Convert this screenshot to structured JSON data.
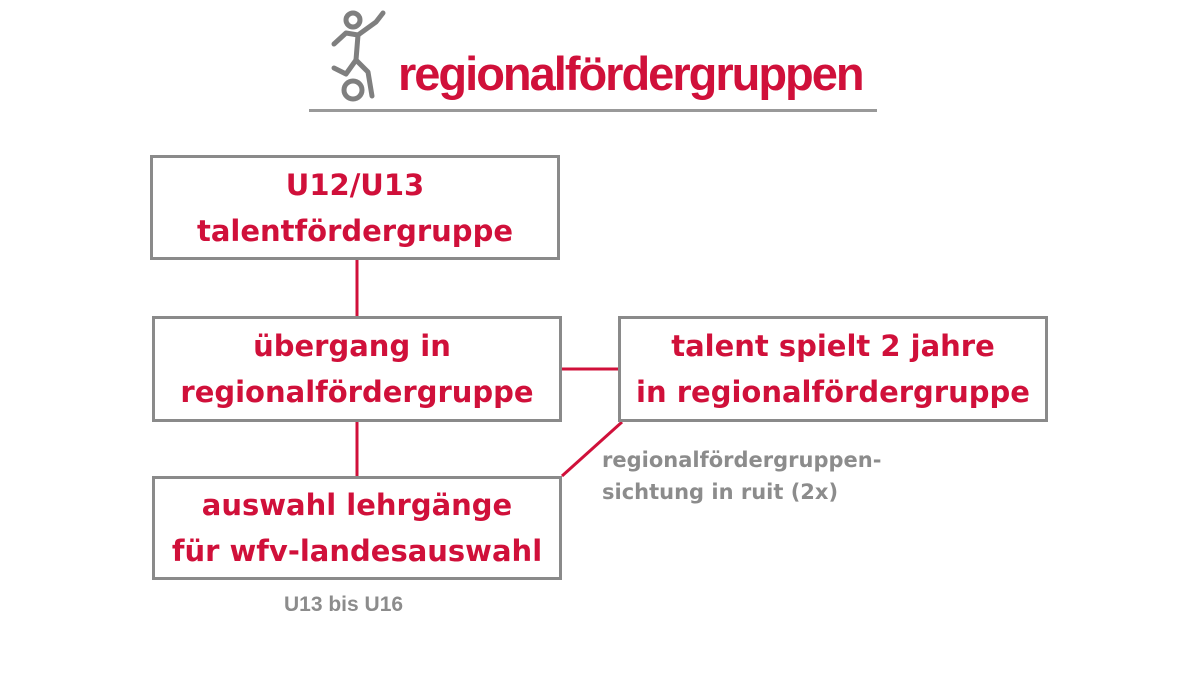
{
  "header": {
    "title": "regionalfördergruppen",
    "icon": "soccer-player-icon"
  },
  "flow": {
    "box_youth": {
      "line_1": "U12/U13",
      "line_2": "talentfördergruppe"
    },
    "box_transition": {
      "line_1": "übergang in",
      "line_2": "regionalfördergruppe"
    },
    "box_two_years": {
      "line_1": "talent spielt 2 jahre",
      "line_2": "in regionalfördergruppe"
    },
    "box_selection": {
      "line_1": "auswahl lehrgänge",
      "line_2": "für wfv-landesauswahl"
    },
    "note_sichtung": {
      "line_1": "regionalfördergruppen-",
      "line_2": "sichtung in ruit (2x)"
    },
    "note_age": "U13 bis U16"
  },
  "colors": {
    "accent_red": "#d0103a",
    "box_border_gray": "#8a8a8a",
    "note_gray": "#8c8c8c",
    "icon_gray": "#7f7f7f",
    "rule_gray": "#999999"
  }
}
